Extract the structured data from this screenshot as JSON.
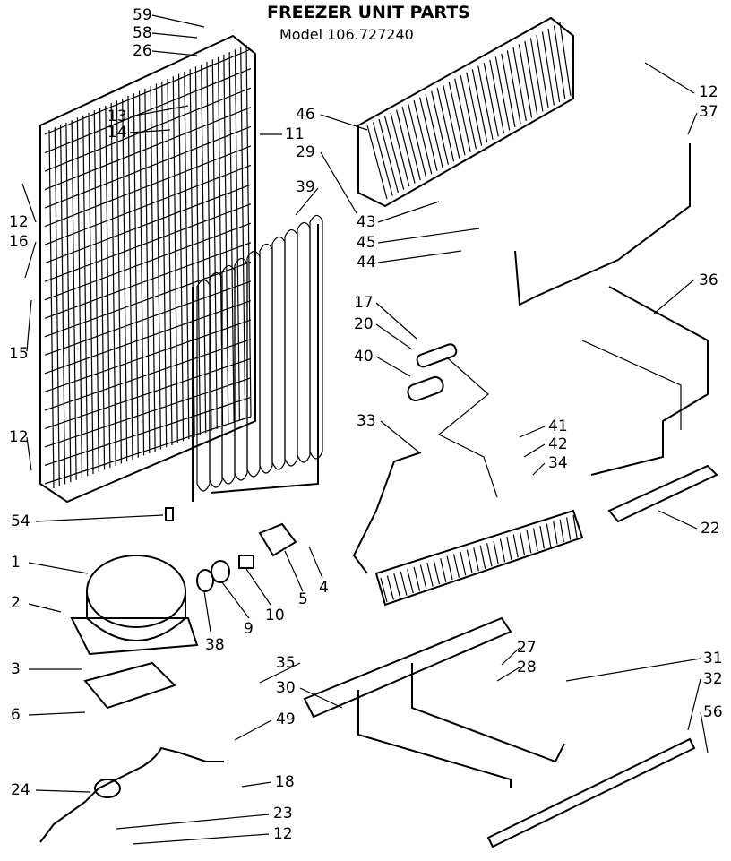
{
  "header": {
    "title": "FREEZER UNIT PARTS",
    "model": "Model 106.727240"
  },
  "callouts": [
    "59",
    "58",
    "26",
    "13",
    "14",
    "11",
    "12",
    "16",
    "15",
    "12",
    "39",
    "46",
    "29",
    "43",
    "45",
    "44",
    "12",
    "37",
    "36",
    "17",
    "20",
    "40",
    "33",
    "41",
    "42",
    "34",
    "22",
    "54",
    "1",
    "2",
    "3",
    "6",
    "38",
    "9",
    "10",
    "5",
    "4",
    "35",
    "30",
    "27",
    "28",
    "31",
    "32",
    "56",
    "49",
    "18",
    "24",
    "23",
    "12"
  ]
}
